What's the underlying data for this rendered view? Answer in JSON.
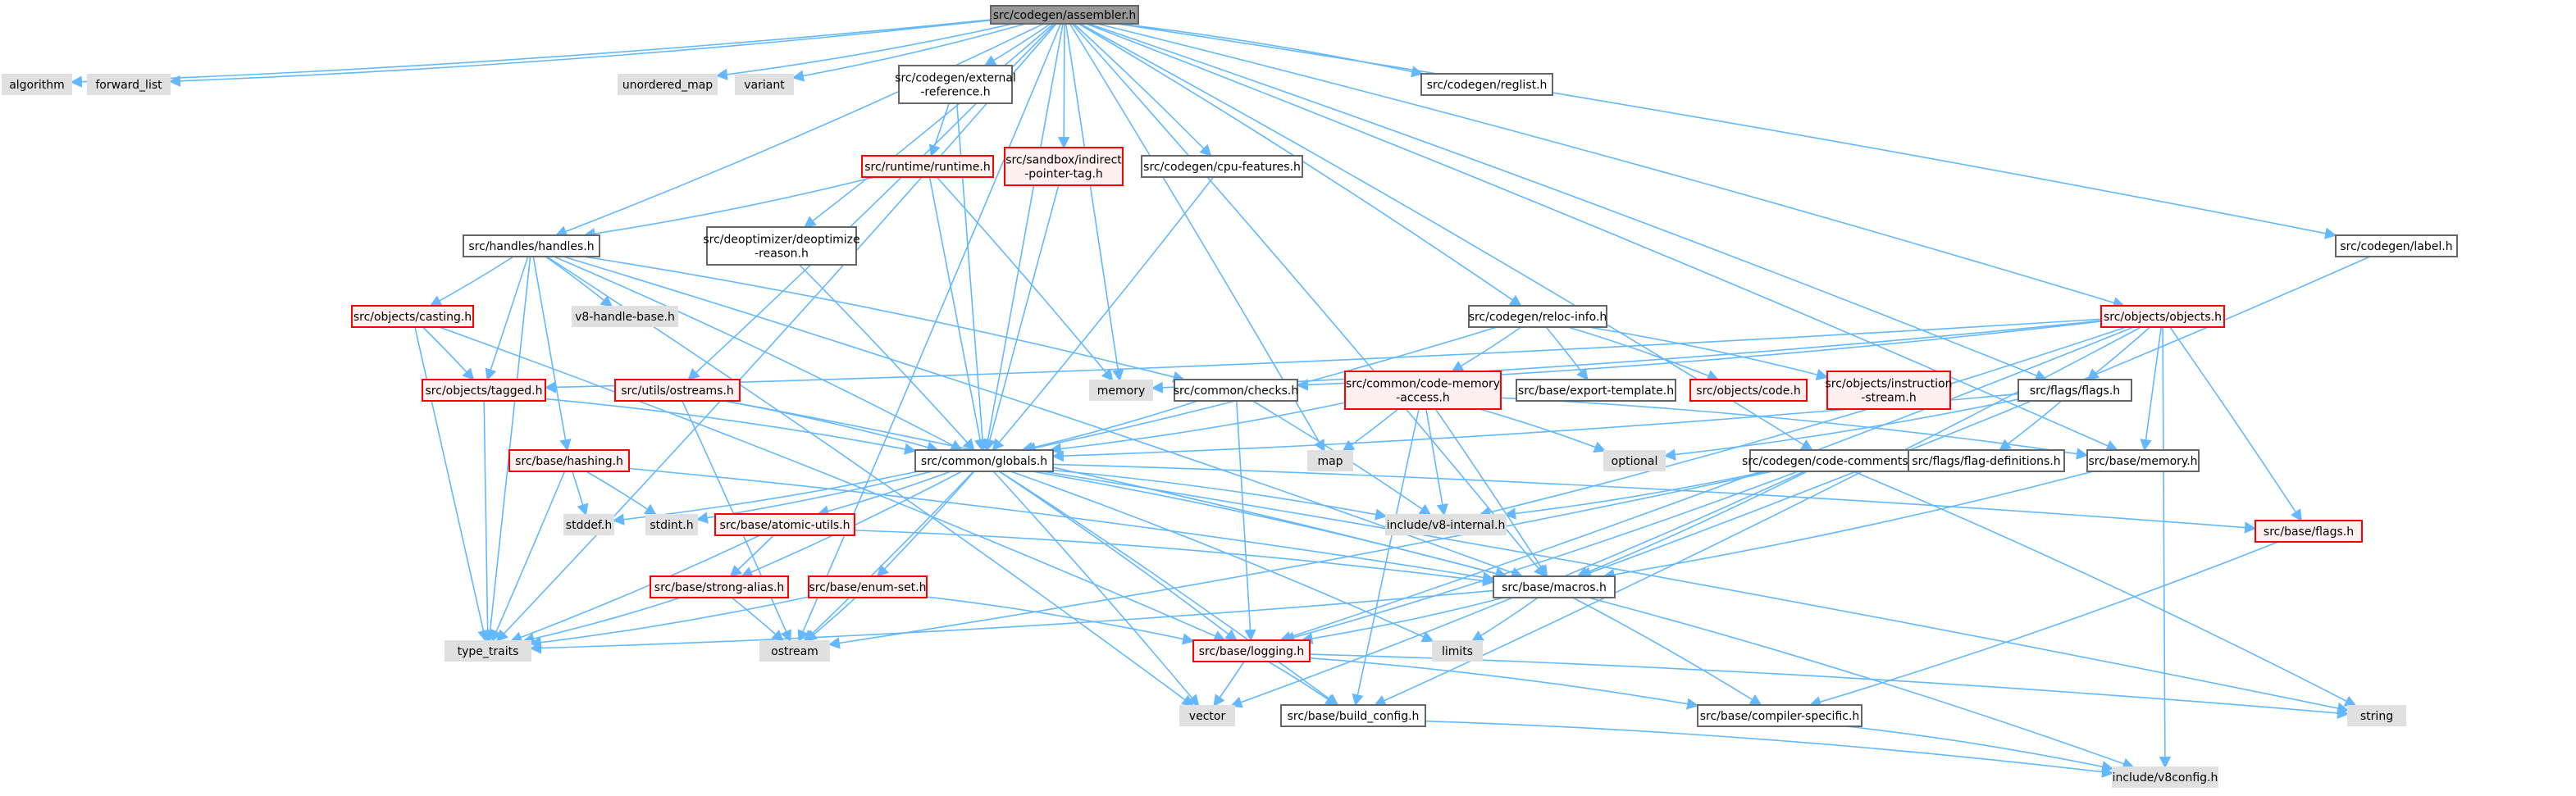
{
  "colors": {
    "edge": "#63b8ff",
    "root_fill": "#999999",
    "root_border": "#666666",
    "normal_fill": "#ffffff",
    "normal_border": "#666666",
    "red_fill": "#fff0f0",
    "red_border": "#ff0000",
    "sys_fill": "#e0e0e0",
    "sys_border": "#e0e0e0"
  },
  "graph": {
    "nodes": [
      {
        "id": "assembler",
        "kind": "root",
        "lines": [
          "src/codegen/assembler.h"
        ]
      },
      {
        "id": "algorithm",
        "kind": "sys",
        "lines": [
          "algorithm"
        ]
      },
      {
        "id": "forward_list",
        "kind": "sys",
        "lines": [
          "forward_list"
        ]
      },
      {
        "id": "unordered_map",
        "kind": "sys",
        "lines": [
          "unordered_map"
        ]
      },
      {
        "id": "variant",
        "kind": "sys",
        "lines": [
          "variant"
        ]
      },
      {
        "id": "external_reference",
        "kind": "normal",
        "lines": [
          "src/codegen/external",
          "-reference.h"
        ]
      },
      {
        "id": "reglist",
        "kind": "normal",
        "lines": [
          "src/codegen/reglist.h"
        ]
      },
      {
        "id": "runtime",
        "kind": "red",
        "lines": [
          "src/runtime/runtime.h"
        ]
      },
      {
        "id": "indirect_pointer_tag",
        "kind": "red",
        "lines": [
          "src/sandbox/indirect",
          "-pointer-tag.h"
        ]
      },
      {
        "id": "cpu_features",
        "kind": "normal",
        "lines": [
          "src/codegen/cpu-features.h"
        ]
      },
      {
        "id": "handles",
        "kind": "normal",
        "lines": [
          "src/handles/handles.h"
        ]
      },
      {
        "id": "deoptimize_reason",
        "kind": "normal",
        "lines": [
          "src/deoptimizer/deoptimize",
          "-reason.h"
        ]
      },
      {
        "id": "label",
        "kind": "normal",
        "lines": [
          "src/codegen/label.h"
        ]
      },
      {
        "id": "reloc_info",
        "kind": "normal",
        "lines": [
          "src/codegen/reloc-info.h"
        ]
      },
      {
        "id": "objects",
        "kind": "red",
        "lines": [
          "src/objects/objects.h"
        ]
      },
      {
        "id": "casting",
        "kind": "red",
        "lines": [
          "src/objects/casting.h"
        ]
      },
      {
        "id": "v8_handle_base",
        "kind": "sys",
        "lines": [
          "v8-handle-base.h"
        ]
      },
      {
        "id": "tagged",
        "kind": "red",
        "lines": [
          "src/objects/tagged.h"
        ]
      },
      {
        "id": "ostreams",
        "kind": "red",
        "lines": [
          "src/utils/ostreams.h"
        ]
      },
      {
        "id": "memory_sys",
        "kind": "sys",
        "lines": [
          "memory"
        ]
      },
      {
        "id": "checks",
        "kind": "normal",
        "lines": [
          "src/common/checks.h"
        ]
      },
      {
        "id": "code_memory_access",
        "kind": "red",
        "lines": [
          "src/common/code-memory",
          "-access.h"
        ]
      },
      {
        "id": "export_template",
        "kind": "normal",
        "lines": [
          "src/base/export-template.h"
        ]
      },
      {
        "id": "code",
        "kind": "red",
        "lines": [
          "src/objects/code.h"
        ]
      },
      {
        "id": "instruction_stream",
        "kind": "red",
        "lines": [
          "src/objects/instruction",
          "-stream.h"
        ]
      },
      {
        "id": "flags_flags",
        "kind": "normal",
        "lines": [
          "src/flags/flags.h"
        ]
      },
      {
        "id": "hashing",
        "kind": "red",
        "lines": [
          "src/base/hashing.h"
        ]
      },
      {
        "id": "globals",
        "kind": "normal",
        "lines": [
          "src/common/globals.h"
        ]
      },
      {
        "id": "map_sys",
        "kind": "sys",
        "lines": [
          "map"
        ]
      },
      {
        "id": "optional",
        "kind": "sys",
        "lines": [
          "optional"
        ]
      },
      {
        "id": "code_comments",
        "kind": "normal",
        "lines": [
          "src/codegen/code-comments.h"
        ]
      },
      {
        "id": "flag_definitions",
        "kind": "normal",
        "lines": [
          "src/flags/flag-definitions.h"
        ]
      },
      {
        "id": "base_memory",
        "kind": "normal",
        "lines": [
          "src/base/memory.h"
        ]
      },
      {
        "id": "stddef",
        "kind": "sys",
        "lines": [
          "stddef.h"
        ]
      },
      {
        "id": "stdint",
        "kind": "sys",
        "lines": [
          "stdint.h"
        ]
      },
      {
        "id": "atomic_utils",
        "kind": "red",
        "lines": [
          "src/base/atomic-utils.h"
        ]
      },
      {
        "id": "v8_internal",
        "kind": "sys",
        "lines": [
          "include/v8-internal.h"
        ]
      },
      {
        "id": "base_flags",
        "kind": "red",
        "lines": [
          "src/base/flags.h"
        ]
      },
      {
        "id": "strong_alias",
        "kind": "red",
        "lines": [
          "src/base/strong-alias.h"
        ]
      },
      {
        "id": "enum_set",
        "kind": "red",
        "lines": [
          "src/base/enum-set.h"
        ]
      },
      {
        "id": "macros",
        "kind": "normal",
        "lines": [
          "src/base/macros.h"
        ]
      },
      {
        "id": "type_traits",
        "kind": "sys",
        "lines": [
          "type_traits"
        ]
      },
      {
        "id": "ostream",
        "kind": "sys",
        "lines": [
          "ostream"
        ]
      },
      {
        "id": "logging",
        "kind": "red",
        "lines": [
          "src/base/logging.h"
        ]
      },
      {
        "id": "limits",
        "kind": "sys",
        "lines": [
          "limits"
        ]
      },
      {
        "id": "vector",
        "kind": "sys",
        "lines": [
          "vector"
        ]
      },
      {
        "id": "build_config",
        "kind": "normal",
        "lines": [
          "src/base/build_config.h"
        ]
      },
      {
        "id": "compiler_specific",
        "kind": "normal",
        "lines": [
          "src/base/compiler-specific.h"
        ]
      },
      {
        "id": "string_sys",
        "kind": "sys",
        "lines": [
          "string"
        ]
      },
      {
        "id": "v8config",
        "kind": "sys",
        "lines": [
          "include/v8config.h"
        ]
      }
    ],
    "edges": [
      [
        "assembler",
        "algorithm"
      ],
      [
        "assembler",
        "forward_list"
      ],
      [
        "assembler",
        "unordered_map"
      ],
      [
        "assembler",
        "variant"
      ],
      [
        "assembler",
        "external_reference"
      ],
      [
        "assembler",
        "reglist"
      ],
      [
        "assembler",
        "indirect_pointer_tag"
      ],
      [
        "assembler",
        "cpu_features"
      ],
      [
        "assembler",
        "handles"
      ],
      [
        "assembler",
        "deoptimize_reason"
      ],
      [
        "assembler",
        "label"
      ],
      [
        "assembler",
        "reloc_info"
      ],
      [
        "assembler",
        "objects"
      ],
      [
        "assembler",
        "flags_flags"
      ],
      [
        "assembler",
        "memory_sys"
      ],
      [
        "assembler",
        "map_sys"
      ],
      [
        "assembler",
        "ostreams"
      ],
      [
        "assembler",
        "globals"
      ],
      [
        "assembler",
        "type_traits"
      ],
      [
        "assembler",
        "ostream"
      ],
      [
        "assembler",
        "code_comments"
      ],
      [
        "assembler",
        "base_memory"
      ],
      [
        "assembler",
        "macros"
      ],
      [
        "external_reference",
        "runtime"
      ],
      [
        "external_reference",
        "globals"
      ],
      [
        "runtime",
        "handles"
      ],
      [
        "runtime",
        "globals"
      ],
      [
        "runtime",
        "memory_sys"
      ],
      [
        "indirect_pointer_tag",
        "globals"
      ],
      [
        "cpu_features",
        "globals"
      ],
      [
        "deoptimize_reason",
        "globals"
      ],
      [
        "label",
        "macros"
      ],
      [
        "handles",
        "casting"
      ],
      [
        "handles",
        "v8_handle_base"
      ],
      [
        "handles",
        "tagged"
      ],
      [
        "handles",
        "hashing"
      ],
      [
        "handles",
        "globals"
      ],
      [
        "handles",
        "checks"
      ],
      [
        "handles",
        "type_traits"
      ],
      [
        "handles",
        "vector"
      ],
      [
        "handles",
        "macros"
      ],
      [
        "casting",
        "tagged"
      ],
      [
        "casting",
        "type_traits"
      ],
      [
        "casting",
        "logging"
      ],
      [
        "tagged",
        "globals"
      ],
      [
        "tagged",
        "type_traits"
      ],
      [
        "ostreams",
        "globals"
      ],
      [
        "ostreams",
        "ostream"
      ],
      [
        "ostreams",
        "macros"
      ],
      [
        "reloc_info",
        "code_memory_access"
      ],
      [
        "reloc_info",
        "export_template"
      ],
      [
        "reloc_info",
        "code"
      ],
      [
        "reloc_info",
        "instruction_stream"
      ],
      [
        "reloc_info",
        "globals"
      ],
      [
        "objects",
        "tagged"
      ],
      [
        "objects",
        "checks"
      ],
      [
        "objects",
        "memory_sys"
      ],
      [
        "objects",
        "flags_flags"
      ],
      [
        "objects",
        "base_memory"
      ],
      [
        "objects",
        "base_flags"
      ],
      [
        "objects",
        "v8_internal"
      ],
      [
        "objects",
        "build_config"
      ],
      [
        "objects",
        "logging"
      ],
      [
        "objects",
        "v8config"
      ],
      [
        "checks",
        "globals"
      ],
      [
        "checks",
        "logging"
      ],
      [
        "checks",
        "v8_internal"
      ],
      [
        "code_memory_access",
        "map_sys"
      ],
      [
        "code_memory_access",
        "optional"
      ],
      [
        "code_memory_access",
        "base_memory"
      ],
      [
        "code_memory_access",
        "v8_internal"
      ],
      [
        "code_memory_access",
        "build_config"
      ],
      [
        "code_memory_access",
        "macros"
      ],
      [
        "code_memory_access",
        "globals"
      ],
      [
        "flags_flags",
        "optional"
      ],
      [
        "flags_flags",
        "flag_definitions"
      ],
      [
        "flags_flags",
        "globals"
      ],
      [
        "hashing",
        "stddef"
      ],
      [
        "hashing",
        "stdint"
      ],
      [
        "hashing",
        "type_traits"
      ],
      [
        "hashing",
        "macros"
      ],
      [
        "globals",
        "stddef"
      ],
      [
        "globals",
        "stdint"
      ],
      [
        "globals",
        "ostream"
      ],
      [
        "globals",
        "atomic_utils"
      ],
      [
        "globals",
        "enum_set"
      ],
      [
        "globals",
        "strong_alias"
      ],
      [
        "globals",
        "base_flags"
      ],
      [
        "globals",
        "logging"
      ],
      [
        "globals",
        "macros"
      ],
      [
        "globals",
        "limits"
      ],
      [
        "globals",
        "build_config"
      ],
      [
        "globals",
        "v8_internal"
      ],
      [
        "globals",
        "string_sys"
      ],
      [
        "globals",
        "vector"
      ],
      [
        "code_comments",
        "ostream"
      ],
      [
        "code_comments",
        "string_sys"
      ],
      [
        "code_comments",
        "v8_internal"
      ],
      [
        "code_comments",
        "macros"
      ],
      [
        "code_comments",
        "logging"
      ],
      [
        "code_comments",
        "vector"
      ],
      [
        "base_memory",
        "macros"
      ],
      [
        "atomic_utils",
        "strong_alias"
      ],
      [
        "atomic_utils",
        "macros"
      ],
      [
        "atomic_utils",
        "type_traits"
      ],
      [
        "strong_alias",
        "ostream"
      ],
      [
        "strong_alias",
        "type_traits"
      ],
      [
        "enum_set",
        "ostream"
      ],
      [
        "enum_set",
        "type_traits"
      ],
      [
        "enum_set",
        "logging"
      ],
      [
        "base_flags",
        "compiler_specific"
      ],
      [
        "macros",
        "limits"
      ],
      [
        "macros",
        "type_traits"
      ],
      [
        "macros",
        "logging"
      ],
      [
        "macros",
        "compiler_specific"
      ],
      [
        "macros",
        "v8config"
      ],
      [
        "logging",
        "vector"
      ],
      [
        "logging",
        "build_config"
      ],
      [
        "logging",
        "compiler_specific"
      ],
      [
        "logging",
        "string_sys"
      ],
      [
        "build_config",
        "v8config"
      ],
      [
        "compiler_specific",
        "v8config"
      ]
    ]
  }
}
